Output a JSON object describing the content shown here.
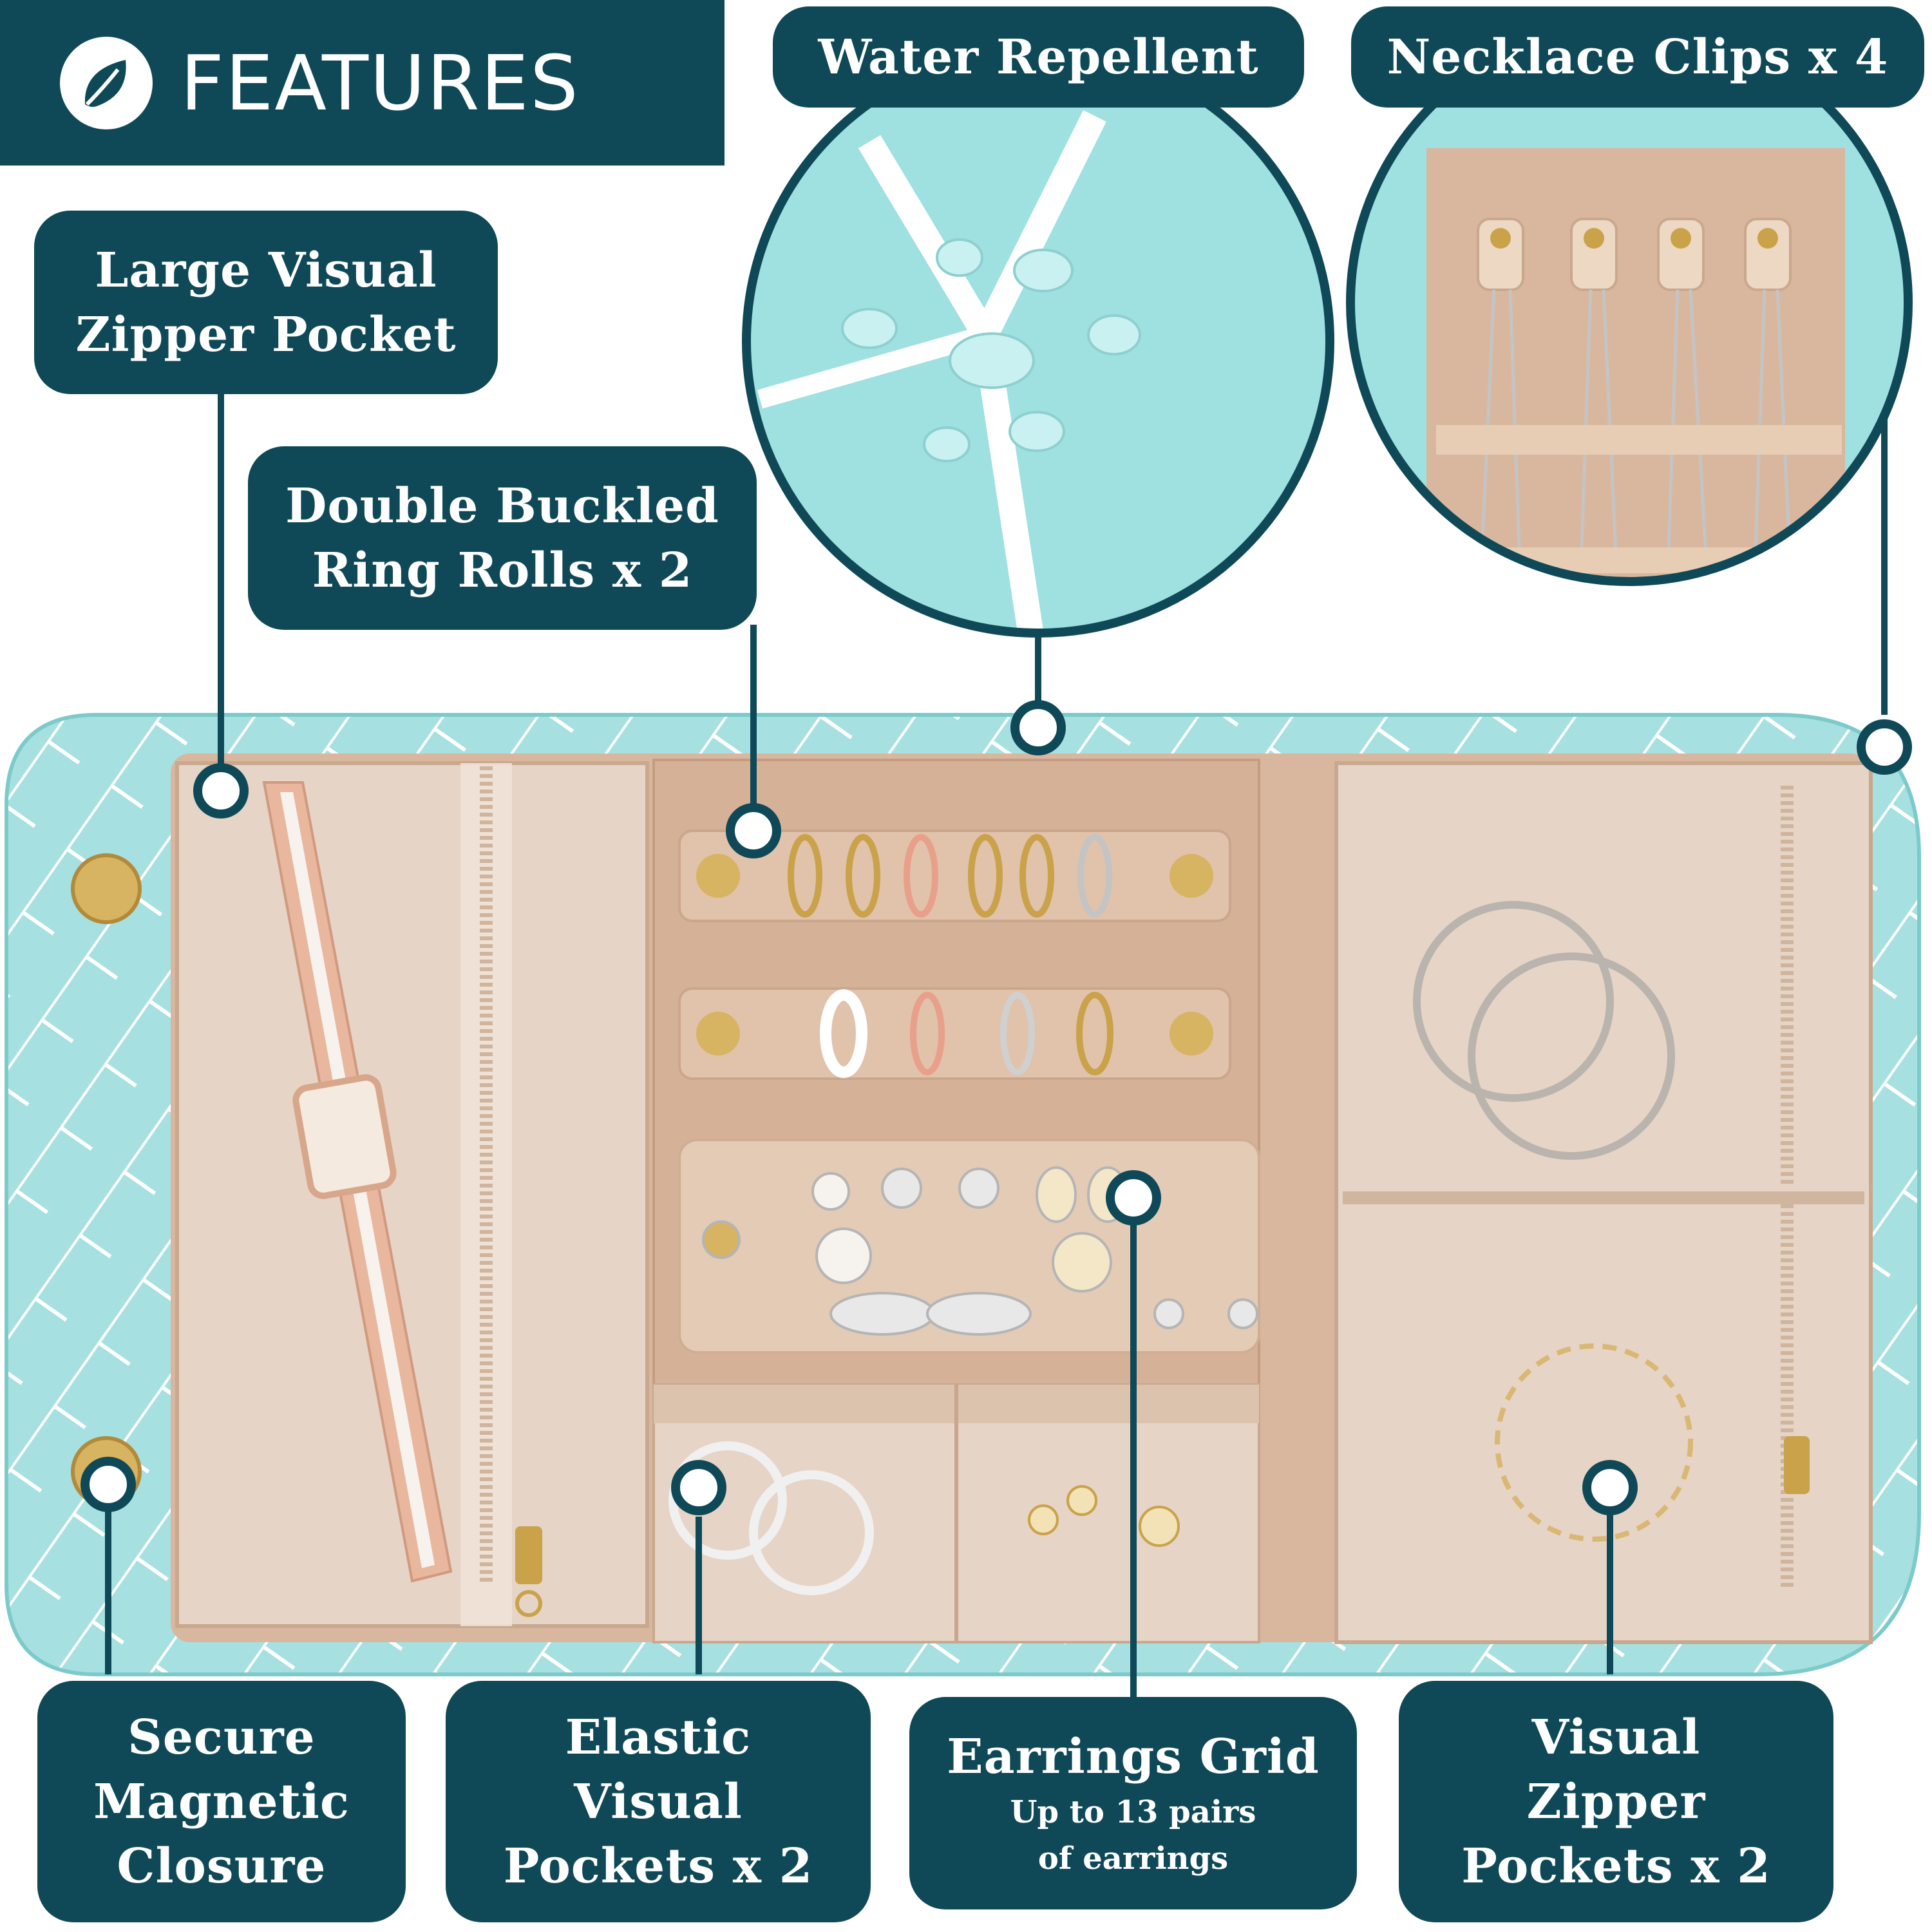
{
  "header": {
    "title": "FEATURES",
    "icon": "leaf-icon"
  },
  "callouts": {
    "water": {
      "title": "Water Repellent"
    },
    "necklace": {
      "title": "Necklace Clips x 4"
    },
    "zipper_pocket": {
      "line1": "Large Visual",
      "line2": "Zipper Pocket"
    },
    "ring_rolls": {
      "line1": "Double Buckled",
      "line2": "Ring Rolls x 2"
    },
    "magnetic": {
      "line1": "Secure",
      "line2": "Magnetic",
      "line3": "Closure"
    },
    "elastic": {
      "line1": "Elastic",
      "line2": "Visual",
      "line3": "Pockets x 2"
    },
    "earrings": {
      "title": "Earrings Grid",
      "sub1": "Up to 13 pairs",
      "sub2": "of earrings"
    },
    "visual_zipper": {
      "line1": "Visual",
      "line2": "Zipper",
      "line3": "Pockets x 2"
    }
  },
  "colors": {
    "label_bg": "#0f4958",
    "organizer_trim": "#a6e0e0",
    "inner_fabric": "#d9b79f",
    "pocket_mesh": "#e6d4c6",
    "accent_gold": "#c9a24a"
  }
}
